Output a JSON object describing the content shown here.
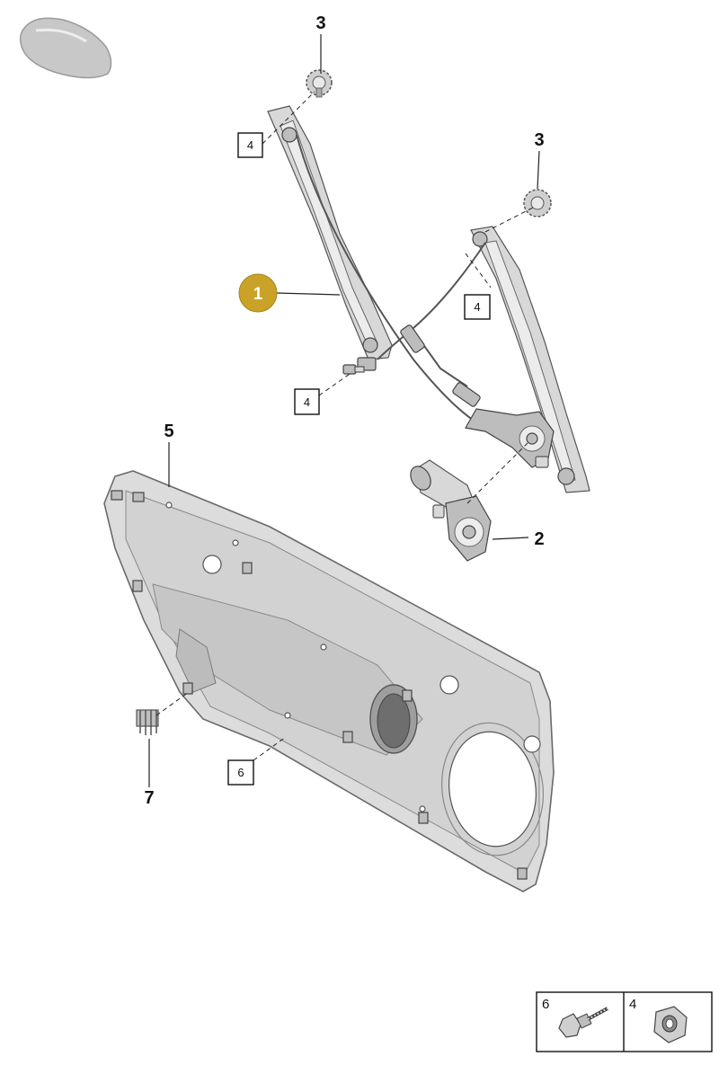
{
  "callouts": {
    "c1": "1",
    "c2": "2",
    "c3a": "3",
    "c3b": "3",
    "c5": "5",
    "c7": "7"
  },
  "boxed_labels": {
    "b4a": "4",
    "b4b": "4",
    "b4c": "4",
    "b6": "6"
  },
  "legend": {
    "item_6": "6",
    "item_4": "4"
  },
  "colors": {
    "highlight": "#c9a227",
    "part_fill": "#d8d8d8",
    "outline": "#555555"
  },
  "icons": {
    "vehicle": "car-silhouette-icon"
  }
}
